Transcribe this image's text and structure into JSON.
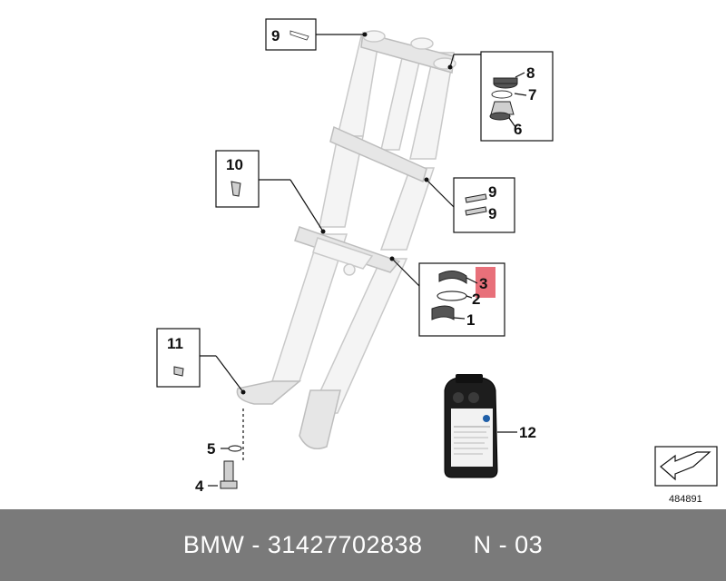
{
  "callouts": {
    "c1": "1",
    "c2": "2",
    "c3": "3",
    "c4": "4",
    "c5": "5",
    "c6": "6",
    "c7": "7",
    "c8": "8",
    "c9a": "9",
    "c9b": "9",
    "c9c": "9",
    "c10": "10",
    "c11": "11",
    "c12": "12"
  },
  "highlight_color": "#e8707a",
  "reference_number": "484891",
  "footer": {
    "brand": "BMW",
    "part_number": "31427702838",
    "page": "N - 03",
    "color": "#7a7a7a"
  }
}
